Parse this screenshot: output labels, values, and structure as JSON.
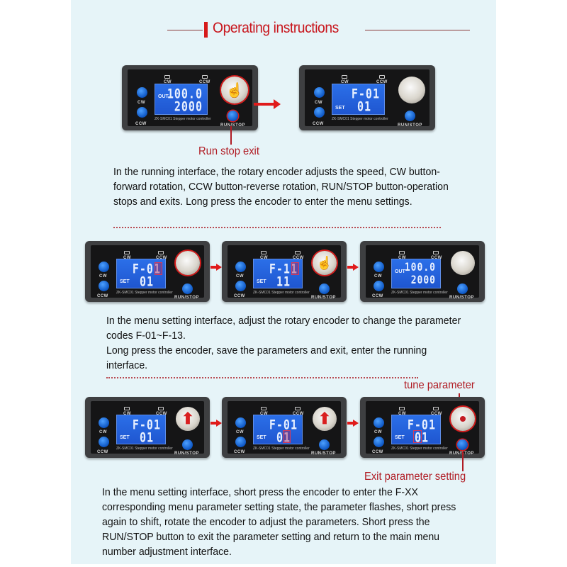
{
  "title": "Operating instructions",
  "colors": {
    "accent_red": "#c8161d",
    "panel_bg": "#e6f4f8",
    "lcd_blue": "#2360d8",
    "button_blue": "#1b6ee0",
    "device_body": "#3e3f41"
  },
  "device_common": {
    "led_cw_label": "CW",
    "led_ccw_label": "CCW",
    "button_cw_label": "CW",
    "button_ccw_label": "CCW",
    "runstop_label": "RUN/STOP",
    "model_label": "ZK-SMC01  Stepper motor controller"
  },
  "sections": [
    {
      "devices": [
        {
          "tag": "OUT",
          "line1": "100.0",
          "line2": "2000",
          "knob_icon": "hand-press-icon"
        },
        {
          "tag": "SET",
          "line1": "F-01",
          "line2": "01",
          "knob_icon": "none"
        }
      ],
      "callouts": {
        "runstop": "Run stop exit"
      },
      "paragraph": "In the running interface, the rotary encoder adjusts the speed, CW button-forward rotation, CCW button-reverse rotation, RUN/STOP button-operation stops and exits. Long press the encoder to enter the menu settings."
    },
    {
      "devices": [
        {
          "tag": "SET",
          "line1": "F-01",
          "line2": "01",
          "knob_icon": "rotate-ring-icon",
          "highlight": "line1-last-digit"
        },
        {
          "tag": "SET",
          "line1": "F-11",
          "line2": "11",
          "knob_icon": "hand-press-icon",
          "highlight": "line1-last-digit"
        },
        {
          "tag": "OUT",
          "line1": "100.0",
          "line2": "2000",
          "knob_icon": "none"
        }
      ],
      "paragraph_lines": [
        "In the menu setting interface, adjust the rotary encoder to change the parameter codes F-01~F-13.",
        "Long press the encoder, save the parameters and exit, enter the running interface."
      ]
    },
    {
      "devices": [
        {
          "tag": "SET",
          "line1": "F-01",
          "line2": "01",
          "knob_icon": "up-arrow-icon"
        },
        {
          "tag": "SET",
          "line1": "F-01",
          "line2": "01",
          "knob_icon": "up-arrow-icon",
          "highlight": "line2-last-digit"
        },
        {
          "tag": "SET",
          "line1": "F-01",
          "line2": "01",
          "knob_icon": "rotate-ring-icon",
          "highlight": "line2-first-digit"
        }
      ],
      "callouts": {
        "tune": "tune parameter",
        "exit": "Exit parameter setting"
      },
      "paragraph": "In the menu setting interface, short press the encoder to enter the F-XX corresponding menu parameter setting state, the parameter flashes, short press again to shift, rotate the encoder to adjust the parameters. Short press the RUN/STOP button to exit the parameter setting and return to the main menu number adjustment interface."
    }
  ]
}
